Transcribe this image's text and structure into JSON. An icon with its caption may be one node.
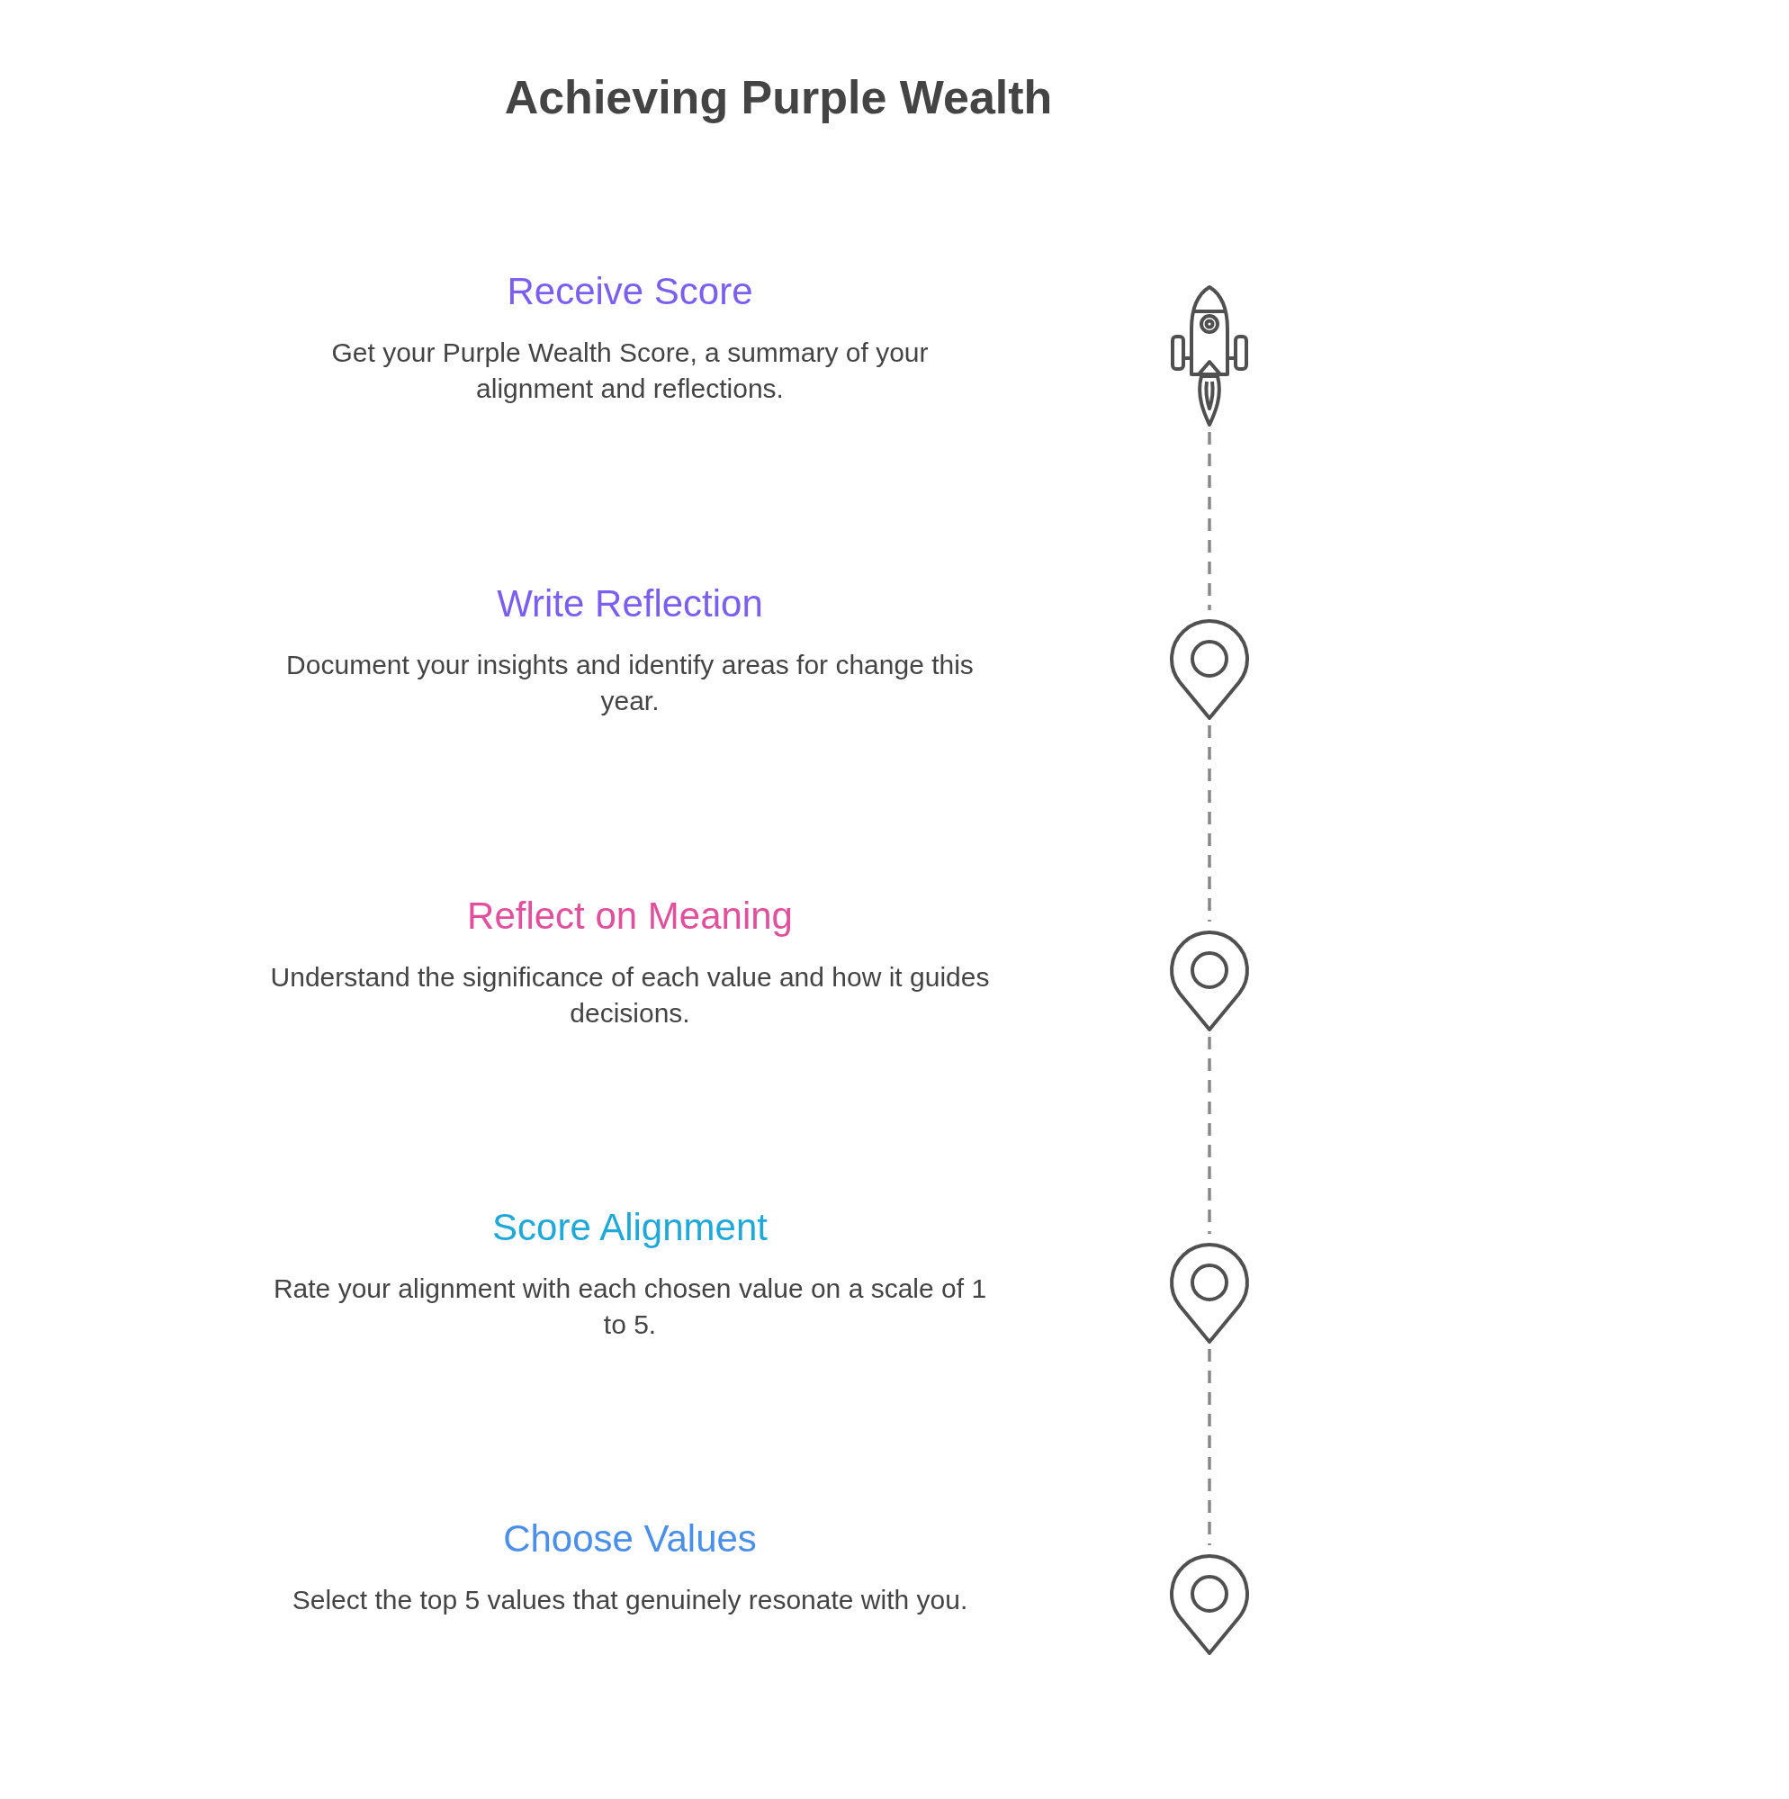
{
  "diagram": {
    "title": "Achieving Purple Wealth",
    "nodes": [
      {
        "text": [
          "Receive Score",
          "Get your Purple Wealth Score, a summary of your alignment and reflections."
        ]
      },
      {
        "text": [],
        "shape": "rocket"
      },
      {
        "text": [
          "Write Reflection",
          "Document your insights and identify areas for change this year."
        ]
      },
      {
        "text": [],
        "shape": "pin"
      },
      {
        "text": [
          "Reflect on Meaning",
          "Understand the significance of each value and how it guides decisions."
        ]
      },
      {
        "text": [],
        "shape": "pin"
      },
      {
        "text": [
          "Score Alignment",
          "Rate your alignment with each chosen value on a scale of 1 to 5."
        ]
      },
      {
        "text": [],
        "shape": "pin"
      },
      {
        "text": [
          "Choose Values",
          "Select the top 5 values that genuinely resonate with you."
        ]
      },
      {
        "text": [],
        "shape": "pin"
      }
    ],
    "edges": [
      {
        "from": 1,
        "to": 3,
        "arrow": "none",
        "style": "dashed"
      },
      {
        "from": 3,
        "to": 5,
        "arrow": "none",
        "style": "dashed"
      },
      {
        "from": 5,
        "to": 7,
        "arrow": "none",
        "style": "dashed"
      },
      {
        "from": 7,
        "to": 9,
        "arrow": "none",
        "style": "dashed"
      }
    ]
  }
}
